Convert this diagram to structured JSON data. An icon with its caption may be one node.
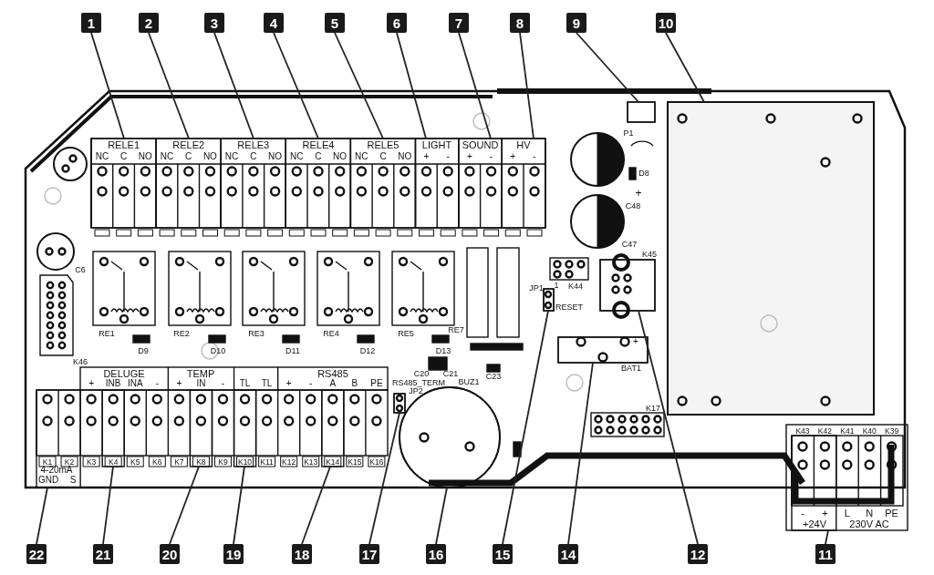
{
  "diagram": {
    "nodes": [
      {
        "text": [
          "1"
        ]
      },
      {
        "text": [
          "2"
        ]
      },
      {
        "text": [
          "3"
        ]
      },
      {
        "text": [
          "4"
        ]
      },
      {
        "text": [
          "5"
        ]
      },
      {
        "text": [
          "6"
        ]
      },
      {
        "text": [
          "7"
        ]
      },
      {
        "text": [
          "8"
        ]
      },
      {
        "text": [
          "9"
        ]
      },
      {
        "text": [
          "10"
        ]
      },
      {
        "text": [
          "11"
        ]
      },
      {
        "text": [
          "12"
        ]
      },
      {
        "text": [
          "14"
        ]
      },
      {
        "text": [
          "15"
        ]
      },
      {
        "text": [
          "16"
        ]
      },
      {
        "text": [
          "17"
        ]
      },
      {
        "text": [
          "18"
        ]
      },
      {
        "text": [
          "19"
        ]
      },
      {
        "text": [
          "20"
        ]
      },
      {
        "text": [
          "21"
        ]
      },
      {
        "text": [
          "22"
        ]
      },
      {
        "text": [],
        "shape": "box"
      },
      {
        "text": [],
        "shape": "box"
      },
      {
        "text": [],
        "shape": "box"
      },
      {
        "text": [],
        "shape": "box"
      },
      {
        "text": [],
        "shape": "box"
      },
      {
        "text": [],
        "shape": "box"
      },
      {
        "text": [],
        "shape": "box"
      },
      {
        "text": [],
        "shape": "box"
      },
      {
        "text": [],
        "shape": "box"
      },
      {
        "text": [],
        "shape": "box"
      },
      {
        "text": [],
        "shape": "box"
      },
      {
        "text": [],
        "shape": "box"
      },
      {
        "text": [],
        "shape": "box"
      },
      {
        "text": [],
        "shape": "box"
      },
      {
        "text": [],
        "shape": "circle"
      },
      {
        "text": [],
        "shape": "box"
      },
      {
        "text": [],
        "shape": "box"
      },
      {
        "text": [],
        "shape": "box"
      },
      {
        "text": [],
        "shape": "box"
      },
      {
        "text": [],
        "shape": "box"
      },
      {
        "text": [],
        "shape": "box"
      }
    ],
    "edges": [
      {
        "from": 0,
        "to": 21,
        "arrow": "none"
      },
      {
        "from": 1,
        "to": 22,
        "arrow": "none"
      },
      {
        "from": 2,
        "to": 23,
        "arrow": "none"
      },
      {
        "from": 3,
        "to": 24,
        "arrow": "none"
      },
      {
        "from": 4,
        "to": 25,
        "arrow": "none"
      },
      {
        "from": 5,
        "to": 26,
        "arrow": "none"
      },
      {
        "from": 6,
        "to": 27,
        "arrow": "none"
      },
      {
        "from": 7,
        "to": 28,
        "arrow": "none"
      },
      {
        "from": 8,
        "to": 29,
        "arrow": "none"
      },
      {
        "from": 9,
        "to": 30,
        "arrow": "none"
      },
      {
        "from": 10,
        "to": 31,
        "arrow": "none"
      },
      {
        "from": 11,
        "to": 32,
        "arrow": "none"
      },
      {
        "from": 12,
        "to": 33,
        "arrow": "none"
      },
      {
        "from": 13,
        "to": 34,
        "arrow": "none"
      },
      {
        "from": 14,
        "to": 35,
        "arrow": "none"
      },
      {
        "from": 15,
        "to": 36,
        "arrow": "none"
      },
      {
        "from": 16,
        "to": 37,
        "arrow": "none"
      },
      {
        "from": 17,
        "to": 38,
        "arrow": "none"
      },
      {
        "from": 18,
        "to": 39,
        "arrow": "none"
      },
      {
        "from": 19,
        "to": 40,
        "arrow": "none"
      },
      {
        "from": 20,
        "to": 41,
        "arrow": "none"
      }
    ],
    "labels": [
      "RELE1",
      "RELE2",
      "RELE3",
      "RELE4",
      "RELE5",
      "LIGHT",
      "SOUND",
      "HV",
      "NC",
      "C",
      "NO",
      "NC",
      "C",
      "NO",
      "NC",
      "C",
      "NO",
      "NC",
      "C",
      "NO",
      "NC",
      "C",
      "NO",
      "+",
      "-",
      "+",
      "-",
      "+",
      "-",
      "DELUGE",
      "TEMP",
      "RS485",
      "+",
      "INB",
      "INA",
      "-",
      "+",
      "IN",
      "-",
      "TL",
      "TL",
      "+",
      "-",
      "A",
      "B",
      "PE",
      "4-20mA",
      "GND",
      "S",
      "-",
      "+",
      "L",
      "N",
      "PE",
      "+24V",
      "230V AC",
      "RESET",
      "RS485_TERM",
      "1",
      "+",
      "+",
      "RE1",
      "RE2",
      "RE3",
      "RE4",
      "RE5",
      "D9",
      "D10",
      "D11",
      "D12",
      "D13",
      "RE7",
      "C20",
      "C21",
      "C23",
      "C6",
      "K46",
      "K44",
      "K45",
      "JP1",
      "JP2",
      "BUZ1",
      "BAT1",
      "K17",
      "P1",
      "C48",
      "C47",
      "D8",
      "K1",
      "K2",
      "K3",
      "K4",
      "K5",
      "K6",
      "K7",
      "K8",
      "K9",
      "K10",
      "K11",
      "K12",
      "K13",
      "K14",
      "K15",
      "K16",
      "K43",
      "K42",
      "K41",
      "K40",
      "K39"
    ]
  }
}
